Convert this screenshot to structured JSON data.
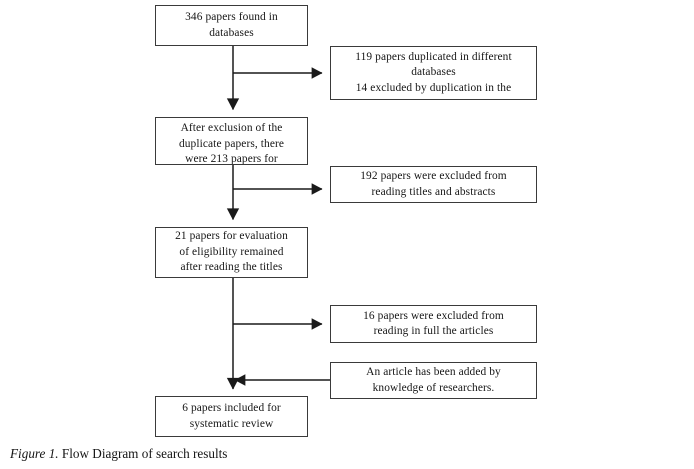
{
  "figure": {
    "caption_label": "Figure 1.",
    "caption_text": " Flow Diagram of search results"
  },
  "colors": {
    "background": "#ffffff",
    "box_border": "#3a3a3a",
    "connector": "#1a1a1a",
    "text": "#161616"
  },
  "diagram": {
    "type": "prisma-flow-diagram",
    "boxes": {
      "found": {
        "lines": [
          "346 papers found in",
          "databases"
        ]
      },
      "duplicates": {
        "lines": [
          "119 papers duplicated in different",
          "databases",
          "14 excluded by duplication in the"
        ]
      },
      "after_exclusion": {
        "lines": [
          "After exclusion of the",
          "duplicate papers, there",
          "were 213 papers for"
        ]
      },
      "excluded_titles_abstracts": {
        "lines": [
          "192 papers were excluded from",
          "reading titles and abstracts"
        ]
      },
      "eligibility": {
        "lines": [
          "21 papers for evaluation",
          "of eligibility remained",
          "after reading the titles"
        ]
      },
      "excluded_full_text": {
        "lines": [
          "16 papers were excluded from",
          "reading in full the articles"
        ]
      },
      "article_added": {
        "lines": [
          "An article has been added by",
          "knowledge of researchers."
        ]
      },
      "included": {
        "lines": [
          "6 papers included for",
          "systematic review"
        ]
      }
    }
  }
}
